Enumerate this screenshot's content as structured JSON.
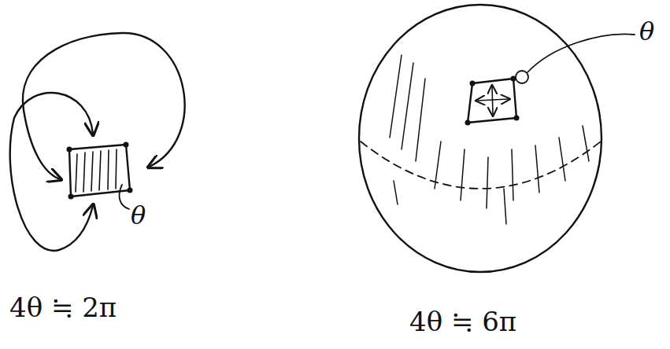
{
  "diagram": {
    "labels": [
      "θ",
      "4θ ≒ 2π",
      "θ",
      "4θ ≒ 6π"
    ]
  }
}
